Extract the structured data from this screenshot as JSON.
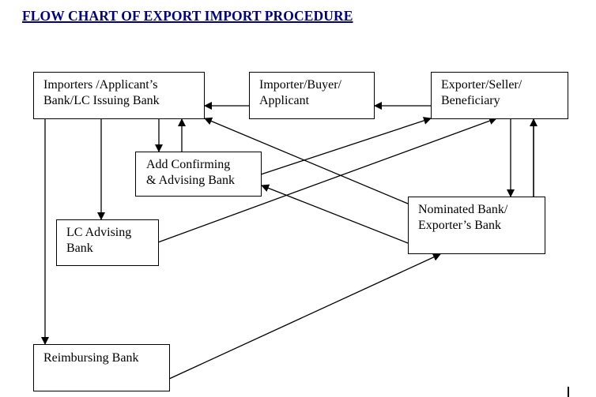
{
  "title": "FLOW CHART OF EXPORT IMPORT PROCEDURE",
  "colors": {
    "title": "#000080",
    "line": "#000000",
    "box_border": "#000000",
    "background": "#ffffff"
  },
  "nodes": {
    "issuing_bank": {
      "line1": "Importers /Applicant’s",
      "line2": "Bank/LC Issuing Bank"
    },
    "importer": {
      "line1": "Importer/Buyer/",
      "line2": "Applicant"
    },
    "exporter": {
      "line1": "Exporter/Seller/",
      "line2": "Beneficiary"
    },
    "confirming_bank": {
      "line1": "Add Confirming",
      "line2": "& Advising Bank"
    },
    "lc_advising_bank": {
      "line1": "LC Advising",
      "line2": "Bank"
    },
    "nominated_bank": {
      "line1": "Nominated Bank/",
      "line2": "Exporter’s Bank"
    },
    "reimbursing_bank": {
      "line1": "Reimbursing Bank"
    }
  },
  "edges": [
    {
      "from": "importer",
      "to": "issuing_bank"
    },
    {
      "from": "exporter",
      "to": "importer"
    },
    {
      "from": "issuing_bank",
      "to": "confirming_bank"
    },
    {
      "from": "confirming_bank",
      "to": "issuing_bank"
    },
    {
      "from": "issuing_bank",
      "to": "lc_advising_bank"
    },
    {
      "from": "issuing_bank",
      "to": "reimbursing_bank"
    },
    {
      "from": "confirming_bank",
      "to": "exporter"
    },
    {
      "from": "lc_advising_bank",
      "to": "exporter"
    },
    {
      "from": "nominated_bank",
      "to": "issuing_bank"
    },
    {
      "from": "nominated_bank",
      "to": "confirming_bank"
    },
    {
      "from": "exporter",
      "to": "nominated_bank"
    },
    {
      "from": "nominated_bank",
      "to": "exporter"
    },
    {
      "from": "reimbursing_bank",
      "to": "nominated_bank"
    }
  ]
}
